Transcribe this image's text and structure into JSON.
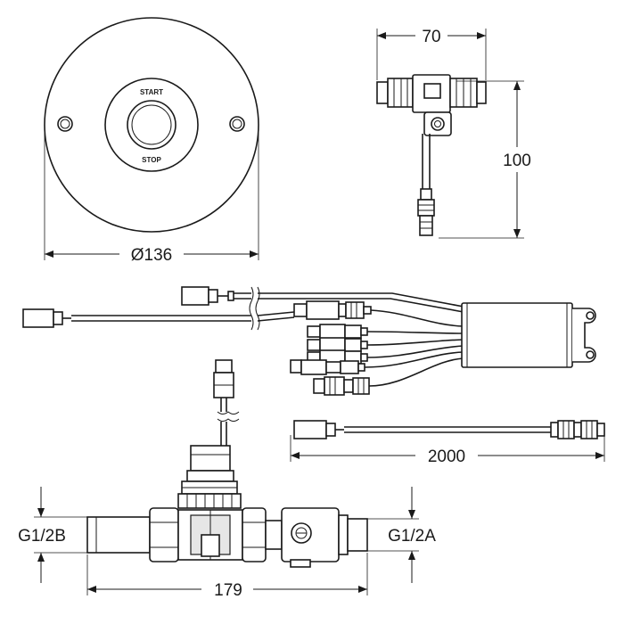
{
  "button_plate": {
    "label_top": "START",
    "label_bottom": "STOP",
    "dim_diameter": "Ø136"
  },
  "sensor_unit": {
    "dim_width": "70",
    "dim_height": "100"
  },
  "cable": {
    "dim_length": "2000"
  },
  "valve": {
    "inlet_label": "G1/2B",
    "outlet_label": "G1/2A",
    "dim_length": "179"
  }
}
